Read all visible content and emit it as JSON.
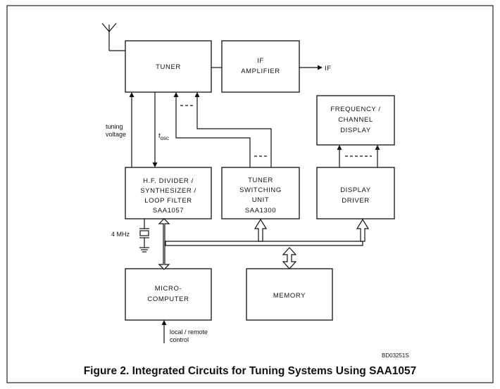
{
  "blocks": {
    "tuner": "TUNER",
    "if_amplifier": [
      "IF",
      "AMPLIFIER"
    ],
    "freq_display": [
      "FREQUENCY /",
      "CHANNEL",
      "DISPLAY"
    ],
    "hf_divider": [
      "H.F. DIVIDER /",
      "SYNTHESIZER /",
      "LOOP FILTER",
      "SAA1057"
    ],
    "tuner_switching": [
      "TUNER",
      "SWITCHING",
      "UNIT",
      "SAA1300"
    ],
    "display_driver": [
      "DISPLAY",
      "DRIVER"
    ],
    "microcomputer": [
      "MICRO-",
      "COMPUTER"
    ],
    "memory": "MEMORY"
  },
  "signals": {
    "if_out": "IF",
    "tuning_voltage": [
      "tuning",
      "voltage"
    ],
    "fosc": "f",
    "fosc_sub": "osc",
    "crystal": "4 MHz",
    "local_remote": [
      "local / remote",
      "control"
    ]
  },
  "figure_code": "BD03251S",
  "caption": "Figure 2. Integrated Circuits for Tuning Systems Using SAA1057"
}
